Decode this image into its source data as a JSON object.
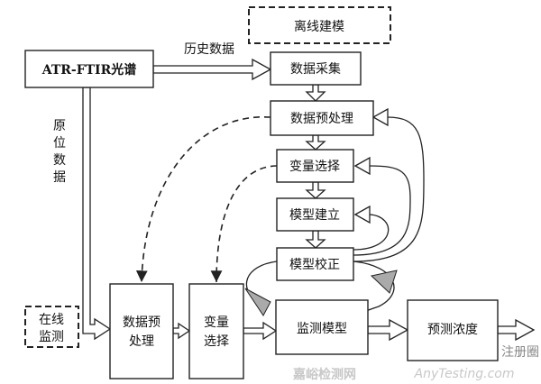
{
  "boxes": {
    "offline_modeling": "离线建模",
    "atr_ftir": "ATR-FTIR光谱",
    "data_collection": "数据采集",
    "preprocess_offline": "数据预处理",
    "variable_select_offline": "变量选择",
    "model_build": "模型建立",
    "model_correct": "模型校正",
    "online_monitor": [
      "在线",
      "监测"
    ],
    "preprocess_online": [
      "数据预",
      "处理"
    ],
    "variable_select_online": [
      "变量",
      "选择"
    ],
    "monitor_model": "监测模型",
    "predicted_concentration": "预测浓度"
  },
  "labels": {
    "historical_data": "历史数据",
    "in_situ_data": [
      "原",
      "位",
      "数",
      "据"
    ]
  },
  "watermark": {
    "cn": "嘉峪检测网",
    "en": "AnyTesting.com",
    "badge": "注册圈"
  }
}
